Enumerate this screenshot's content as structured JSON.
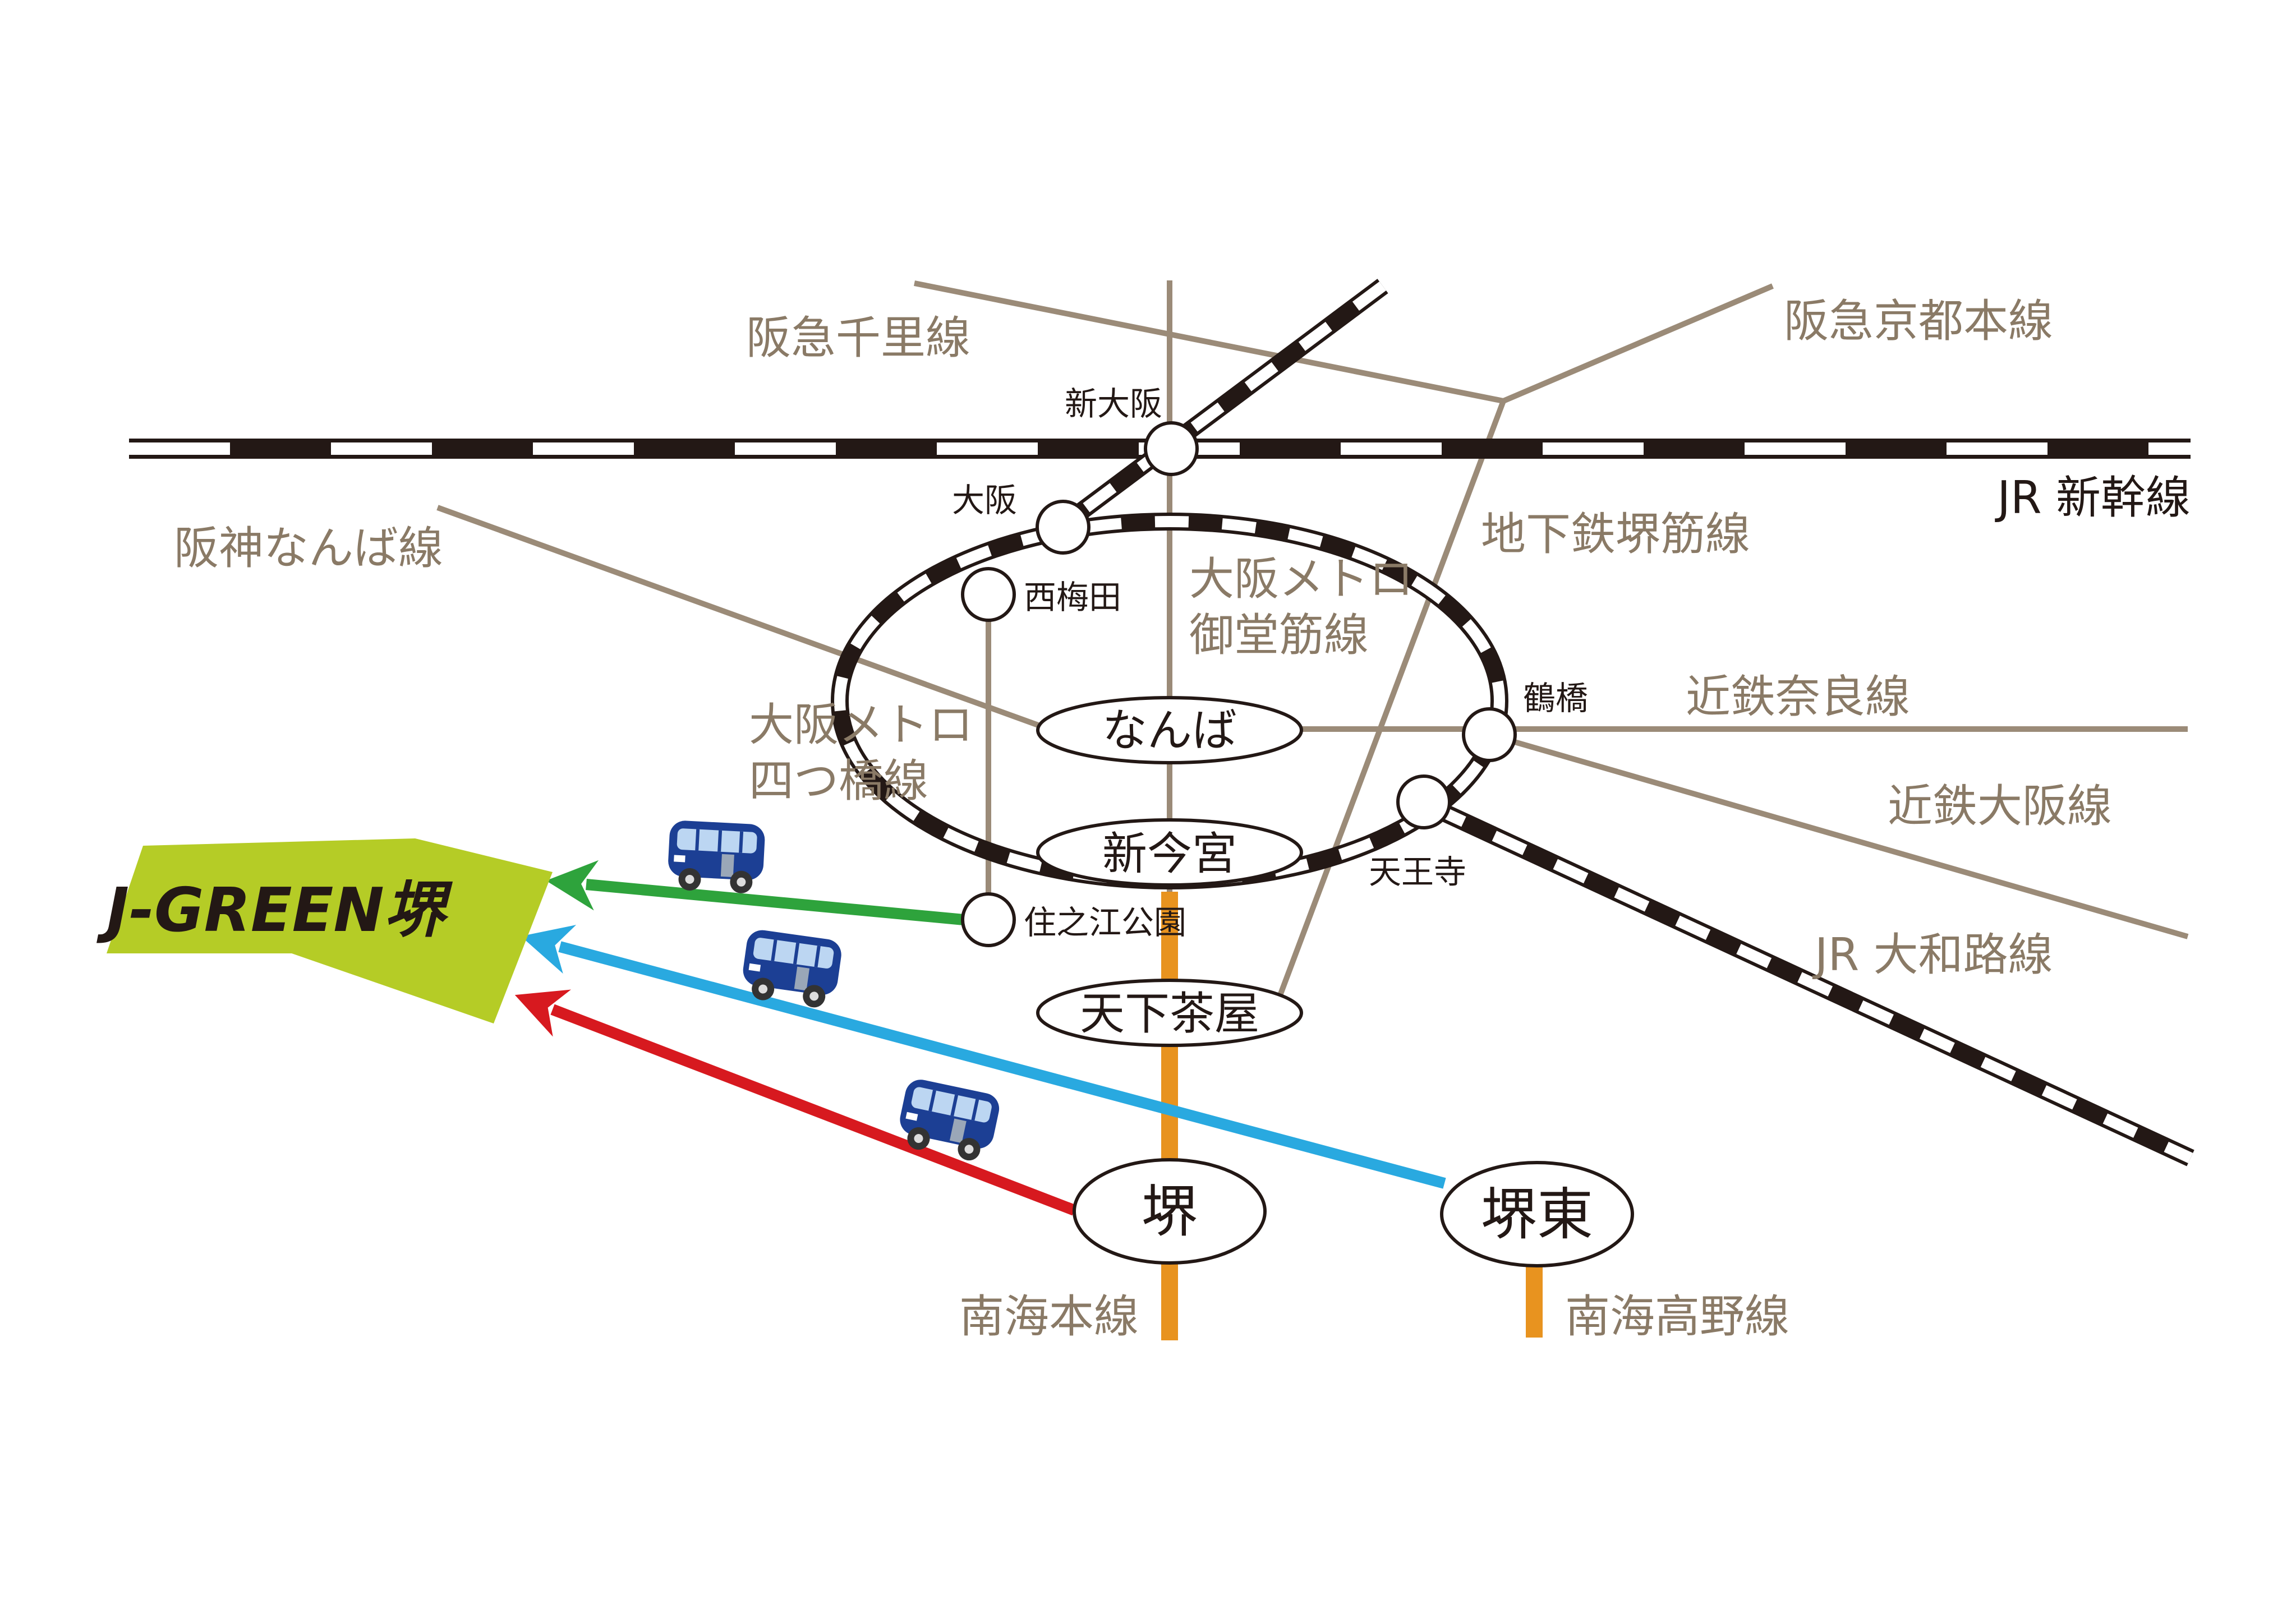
{
  "lines": {
    "hankyu_senri": "阪急千里線",
    "hankyu_kyoto": "阪急京都本線",
    "jr_shinkansen": "JR 新幹線",
    "hanshin_namba": "阪神なんば線",
    "subway_sakaisuji": "地下鉄堺筋線",
    "metro_midosuji": [
      "大阪メトロ",
      "御堂筋線"
    ],
    "metro_yotsubashi": [
      "大阪メトロ",
      "四つ橋線"
    ],
    "kintetsu_nara": "近鉄奈良線",
    "kintetsu_osaka": "近鉄大阪線",
    "jr_yamatoji": "JR 大和路線",
    "nankai_main": "南海本線",
    "nankai_koya": "南海高野線"
  },
  "stations": {
    "shin_osaka": "新大阪",
    "osaka": "大阪",
    "nishi_umeda": "西梅田",
    "tsuruhashi": "鶴橋",
    "namba": "なんば",
    "shin_imamiya": "新今宮",
    "tennoji": "天王寺",
    "suminoe_koen": "住之江公園",
    "tengachaya": "天下茶屋",
    "sakai": "堺",
    "sakai_higashi": "堺東"
  },
  "destination": {
    "name": "J-GREEN堺"
  },
  "colors": {
    "line_brown": "#9b8b78",
    "jr_black": "#231815",
    "nankai_orange": "#e8931f",
    "route_green": "#2ea33c",
    "route_blue": "#29a9e0",
    "route_red": "#d7191f",
    "destination_green": "#b5cc26",
    "bus_blue": "#1c3f94"
  },
  "icons": {
    "bus": "bus-icon"
  }
}
